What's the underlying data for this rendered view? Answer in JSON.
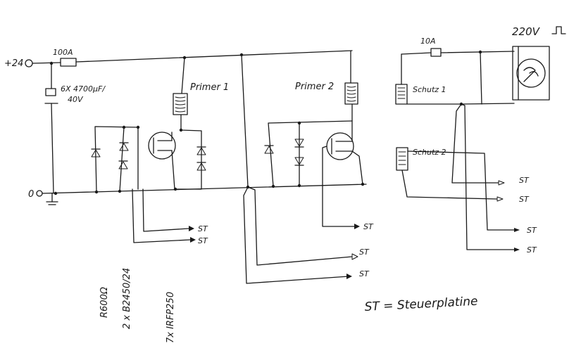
{
  "diagram": {
    "supply_label": "+24",
    "ground_label": "0",
    "fuse_main_label": "100A",
    "cap_label_line1": "6X 4700µF/",
    "cap_label_line2": "40V",
    "primer1_label": "Primer 1",
    "primer2_label": "Primer 2",
    "fuse_aux_label": "10A",
    "mains_label": "220V",
    "schuetz1_label": "Schutz 1",
    "schuetz2_label": "Schutz 2",
    "st_label": "ST",
    "legend_text": "ST = Steuerplatine",
    "part_resistor": "R600Ω",
    "part_rectifier": "2 x B2450/24",
    "part_transistor": "7x IRFP250"
  }
}
